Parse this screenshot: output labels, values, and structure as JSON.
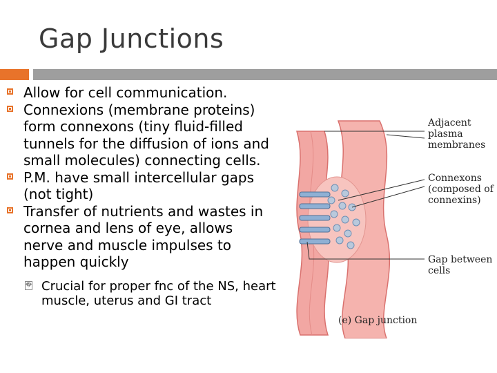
{
  "slide": {
    "title": "Gap Junctions"
  },
  "bullets": [
    "Allow for cell communication.",
    "Connexions (membrane proteins) form connexons (tiny fluid-filled tunnels for the diffusion of ions and small molecules) connecting cells.",
    "P.M. have small intercellular gaps (not tight)",
    "Transfer of nutrients and wastes in cornea and lens of eye, allows nerve and muscle impulses to happen quickly"
  ],
  "subbullet": {
    "marker": "�",
    "text": "Crucial for proper fnc of the NS, heart muscle, uterus and GI tract"
  },
  "figure": {
    "labels": {
      "adjacent": [
        "Adjacent",
        "plasma",
        "membranes"
      ],
      "connexons": [
        "Connexons",
        "(composed of",
        "connexins)"
      ],
      "gap": [
        "Gap between",
        "cells"
      ],
      "caption": "(e) Gap junction"
    },
    "colors": {
      "accent": "#e8732a",
      "bar": "#9e9e9e",
      "membrane": "#f2a7a3",
      "membrane_dark": "#d9716e",
      "channel": "#6f8fb3"
    }
  }
}
